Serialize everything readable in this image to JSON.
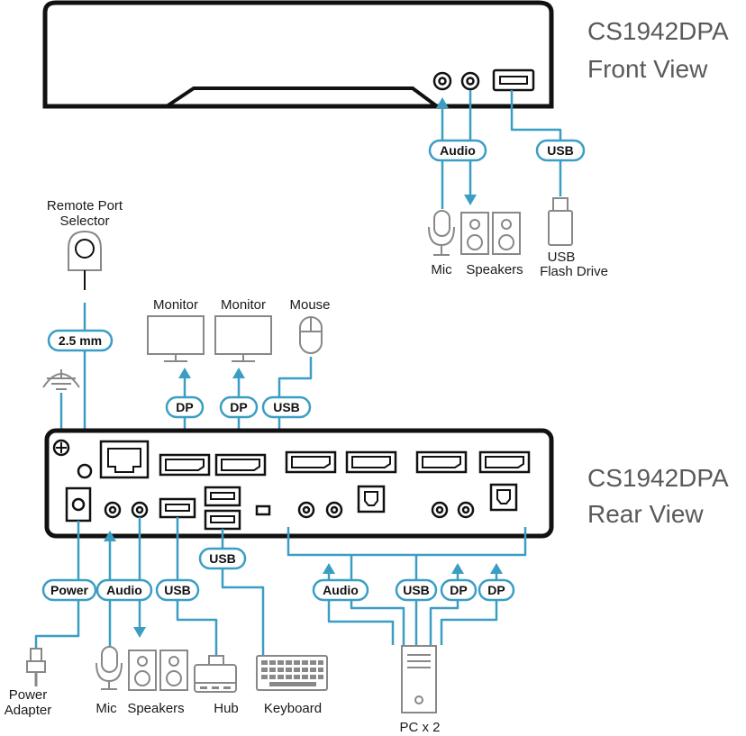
{
  "front_view": {
    "model": "CS1942DPA",
    "view": "Front View"
  },
  "rear_view": {
    "model": "CS1942DPA",
    "view": "Rear View"
  },
  "pills": {
    "front_audio": "Audio",
    "front_usb": "USB",
    "remote_25mm": "2.5 mm",
    "dp_monitor1": "DP",
    "dp_monitor2": "DP",
    "usb_mouse": "USB",
    "usb_keyboard": "USB",
    "power": "Power",
    "rear_audio": "Audio",
    "usb_hub": "USB",
    "pc_audio": "Audio",
    "pc_usb": "USB",
    "pc_dp1": "DP",
    "pc_dp2": "DP"
  },
  "labels": {
    "remote_port_line1": "Remote Port",
    "remote_port_line2": "Selector",
    "monitor1": "Monitor",
    "monitor2": "Monitor",
    "mouse": "Mouse",
    "front_mic": "Mic",
    "front_speakers": "Speakers",
    "usb_flash_line1": "USB",
    "usb_flash_line2": "Flash Drive",
    "power_adapter_line1": "Power",
    "power_adapter_line2": "Adapter",
    "rear_mic": "Mic",
    "rear_speakers": "Speakers",
    "hub": "Hub",
    "keyboard": "Keyboard",
    "pc": "PC x 2"
  },
  "colors": {
    "cable": "#3a9ec4",
    "device": "#888888",
    "chassis": "#111111",
    "title": "#5a5a5a"
  },
  "icons": [
    "microphone-icon",
    "speaker-icon",
    "usb-flash-drive-icon",
    "monitor-icon",
    "mouse-icon",
    "ground-icon",
    "remote-port-selector-icon",
    "power-adapter-icon",
    "usb-hub-icon",
    "keyboard-icon",
    "pc-tower-icon"
  ]
}
